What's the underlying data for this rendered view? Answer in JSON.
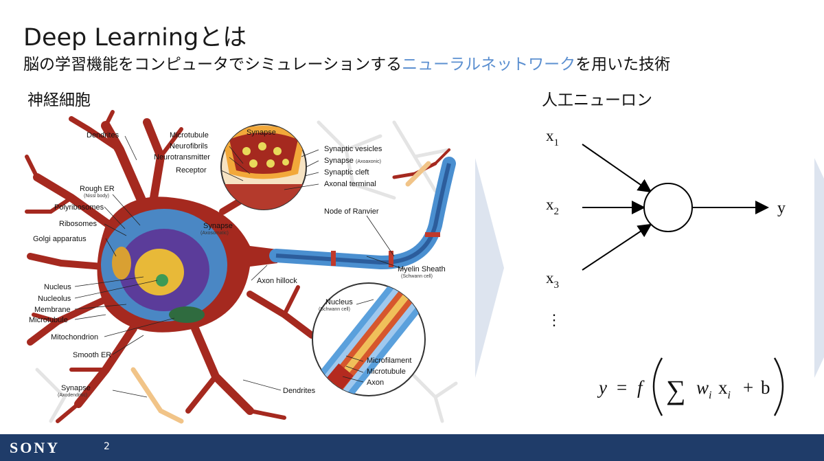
{
  "slide": {
    "title": "Deep Learningとは",
    "subtitle_before": "脳の学習機能をコンピュータでシミュレーションする",
    "subtitle_highlight": "ニューラルネットワーク",
    "subtitle_after": "を用いた技術",
    "highlight_color": "#5b8fd0"
  },
  "left_section": {
    "heading": "神経細胞",
    "labels": {
      "dendrites_top": "Dendrites",
      "rough_er": "Rough ER",
      "rough_er_sub": "(Nissl body)",
      "polyribosomes": "Polyribosomes",
      "ribosomes": "Ribosomes",
      "golgi": "Golgi apparatus",
      "nucleus": "Nucleus",
      "nucleolus": "Nucleolus",
      "membrane": "Membrane",
      "microtubule_left": "Microtubule",
      "mitochondrion": "Mitochondrion",
      "smooth_er": "Smooth ER",
      "synapse_bottom": "Synapse",
      "synapse_bottom_sub": "(Axodendritic)",
      "microtubule_top": "Microtubule",
      "neurofibrils": "Neurofibrils",
      "neurotransmitter": "Neurotransmitter",
      "receptor": "Receptor",
      "synapse_inset": "Synapse",
      "synapse_axosomatic": "Synapse",
      "synapse_axosomatic_sub": "(Axosomatic)",
      "synaptic_vesicles": "Synaptic vesicles",
      "synapse_right": "Synapse",
      "synapse_right_sub": "(Axoaxonic)",
      "synaptic_cleft": "Synaptic cleft",
      "axonal_terminal": "Axonal terminal",
      "node_of_ranvier": "Node of Ranvier",
      "myelin_sheath": "Myelin Sheath",
      "myelin_sheath_sub": "(Schwann cell)",
      "axon_hillock": "Axon hillock",
      "nucleus_schwann": "Nucleus",
      "nucleus_schwann_sub": "(Schwann cell)",
      "microfilament": "Microfilament",
      "microtubule_inset": "Microtubule",
      "axon": "Axon",
      "dendrites_bottom": "Dendrites"
    }
  },
  "right_section": {
    "heading": "人工ニューロン",
    "input_1": "x",
    "input_1_sub": "1",
    "input_2": "x",
    "input_2_sub": "2",
    "input_3": "x",
    "input_3_sub": "3",
    "ellipsis": "⋮",
    "output": "y",
    "formula": {
      "lhs": "y",
      "eq": "=",
      "f": "f",
      "sum": "∑",
      "w": "w",
      "w_sub": "i",
      "x": "x",
      "x_sub": "i",
      "plus": "+",
      "b": "b"
    }
  },
  "footer": {
    "logo": "SONY",
    "page_number": "2",
    "color": "#1f3c69"
  }
}
